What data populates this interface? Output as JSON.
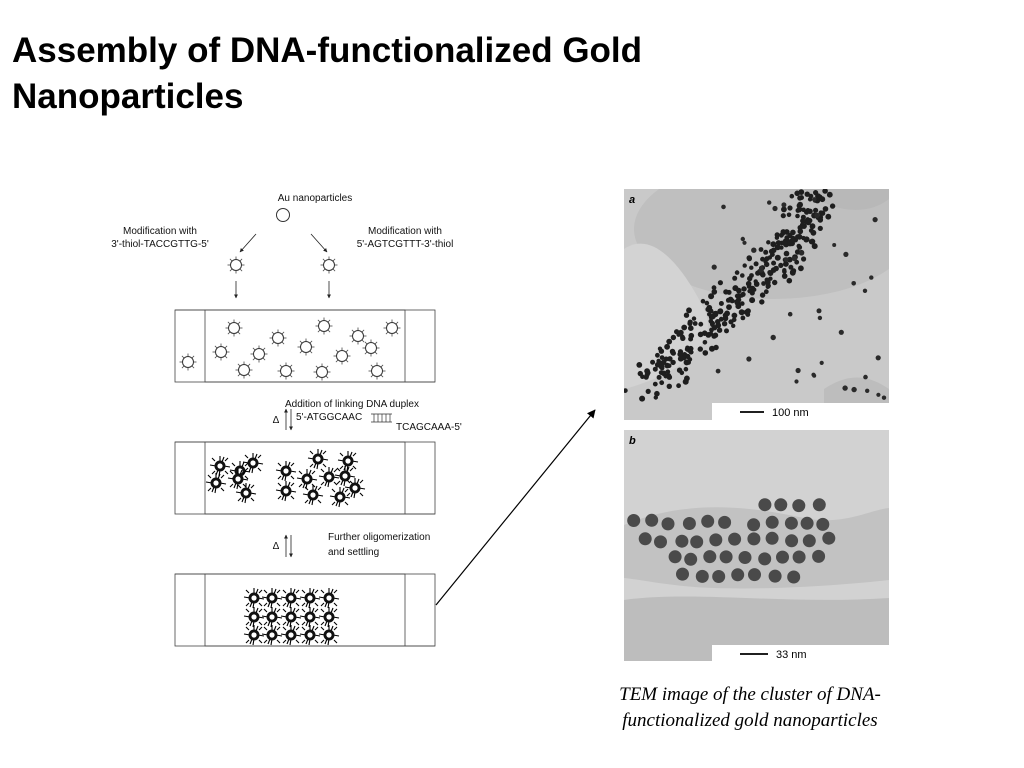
{
  "slide": {
    "title": "Assembly of DNA-functionalized Gold Nanoparticles"
  },
  "scheme": {
    "top_label": "Au nanoparticles",
    "left_mod_line1": "Modification with",
    "left_mod_line2": "3'-thiol-TACCGTTG-5'",
    "right_mod_line1": "Modification with",
    "right_mod_line2": "5'-AGTCGTTT-3'-thiol",
    "linker_title": "Addition of linking DNA duplex",
    "linker_left": "5'-ATGGCAAC",
    "linker_right": "TCAGCAAA-5'",
    "delta1": "Δ",
    "oligo_line1": "Further oligomerization",
    "oligo_line2": "and settling",
    "delta2": "Δ"
  },
  "tem": {
    "panel_a_label": "a",
    "panel_a_scale": "100 nm",
    "panel_b_label": "b",
    "panel_b_scale": "33 nm"
  },
  "caption": {
    "line1": "TEM image of  the cluster of  DNA-",
    "line2": "functionalized gold nanoparticles"
  }
}
